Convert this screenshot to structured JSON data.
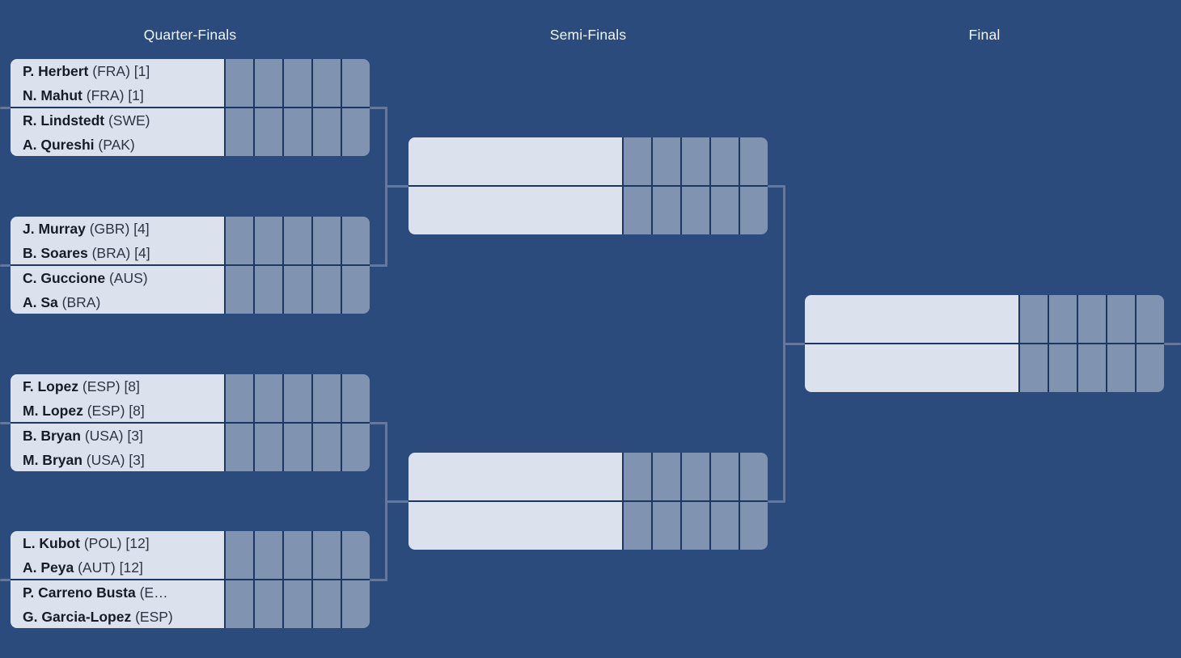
{
  "colors": {
    "background": "#2a4b7c",
    "panel_light": "#dbe2ee",
    "score_cell": "#8093b1",
    "divider_dark": "#1d3763",
    "connector": "#64789e",
    "header_text": "#f2f6fa",
    "name_text": "#161b26",
    "detail_text": "#2e3442"
  },
  "score_columns": 5,
  "headers": {
    "quarter_finals": "Quarter-Finals",
    "semi_finals": "Semi-Finals",
    "final": "Final"
  },
  "bracket": {
    "quarter_finals": [
      {
        "team1": {
          "player1": {
            "name": "P. Herbert",
            "detail": "(FRA) [1]"
          },
          "player2": {
            "name": "N. Mahut",
            "detail": "(FRA) [1]"
          }
        },
        "team2": {
          "player1": {
            "name": "R. Lindstedt",
            "detail": "(SWE)"
          },
          "player2": {
            "name": "A. Qureshi",
            "detail": "(PAK)"
          }
        }
      },
      {
        "team1": {
          "player1": {
            "name": "J. Murray",
            "detail": "(GBR) [4]"
          },
          "player2": {
            "name": "B. Soares",
            "detail": "(BRA) [4]"
          }
        },
        "team2": {
          "player1": {
            "name": "C. Guccione",
            "detail": "(AUS)"
          },
          "player2": {
            "name": "A. Sa",
            "detail": "(BRA)"
          }
        }
      },
      {
        "team1": {
          "player1": {
            "name": "F. Lopez",
            "detail": "(ESP) [8]"
          },
          "player2": {
            "name": "M. Lopez",
            "detail": "(ESP) [8]"
          }
        },
        "team2": {
          "player1": {
            "name": "B. Bryan",
            "detail": "(USA) [3]"
          },
          "player2": {
            "name": "M. Bryan",
            "detail": "(USA) [3]"
          }
        }
      },
      {
        "team1": {
          "player1": {
            "name": "L. Kubot",
            "detail": "(POL) [12]"
          },
          "player2": {
            "name": "A. Peya",
            "detail": "(AUT) [12]"
          }
        },
        "team2": {
          "player1": {
            "name": "P. Carreno Busta",
            "detail": "(E…"
          },
          "player2": {
            "name": "G. Garcia-Lopez",
            "detail": "(ESP)"
          }
        }
      }
    ],
    "semi_finals": [
      {
        "team1": {},
        "team2": {}
      },
      {
        "team1": {},
        "team2": {}
      }
    ],
    "final": [
      {
        "team1": {},
        "team2": {}
      }
    ]
  }
}
